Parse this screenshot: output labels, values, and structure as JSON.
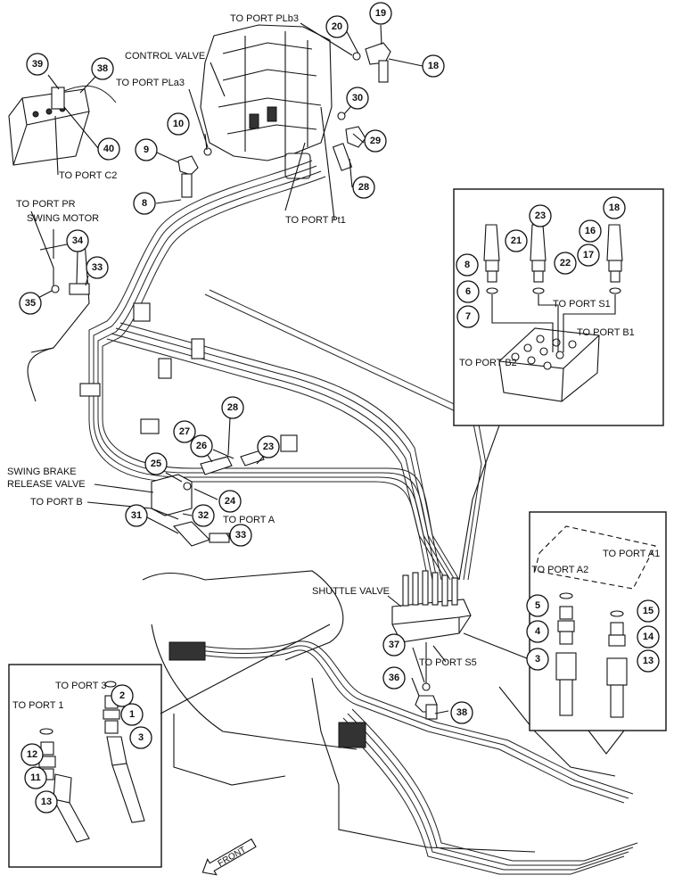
{
  "labels": {
    "to_port_plb3": "TO PORT PLb3",
    "control_valve": "CONTROL VALVE",
    "to_port_pla3": "TO PORT PLa3",
    "to_port_c2": "TO PORT C2",
    "to_port_pt1": "TO PORT Pt1",
    "to_port_pr": "TO PORT PR",
    "swing_motor": "SWING MOTOR",
    "swing_brake_release_valve_1": "SWING BRAKE",
    "swing_brake_release_valve_2": "RELEASE VALVE",
    "to_port_b": "TO PORT B",
    "to_port_a": "TO PORT A",
    "shuttle_valve": "SHUTTLE VALVE",
    "to_port_s5": "TO PORT S5",
    "to_port_s1": "TO PORT S1",
    "to_port_b1": "TO PORT B1",
    "to_port_b2": "TO PORT B2",
    "to_port_a1": "TO PORT A1",
    "to_port_a2": "TO PORT A2",
    "to_port_3": "TO PORT 3",
    "to_port_1": "TO PORT 1",
    "front": "FRONT"
  },
  "callouts": {
    "c19": "19",
    "c20": "20",
    "c18": "18",
    "c30": "30",
    "c29": "29",
    "c28a": "28",
    "c39": "39",
    "c38a": "38",
    "c40": "40",
    "c10": "10",
    "c9": "9",
    "c8a": "8",
    "c34": "34",
    "c33a": "33",
    "c35": "35",
    "c28b": "28",
    "c27": "27",
    "c26": "26",
    "c23a": "23",
    "c25": "25",
    "c24": "24",
    "c31": "31",
    "c32": "32",
    "c33b": "33",
    "c37": "37",
    "c36": "36",
    "c38b": "38",
    "c23b": "23",
    "c18b": "18",
    "c21": "21",
    "c16": "16",
    "c8b": "8",
    "c22": "22",
    "c17": "17",
    "c6a": "6",
    "c7": "7",
    "c5": "5",
    "c15": "15",
    "c4": "4",
    "c14": "14",
    "c3a": "3",
    "c13a": "13",
    "c2": "2",
    "c1": "1",
    "c3b": "3",
    "c12": "12",
    "c11": "11",
    "c13b": "13"
  }
}
